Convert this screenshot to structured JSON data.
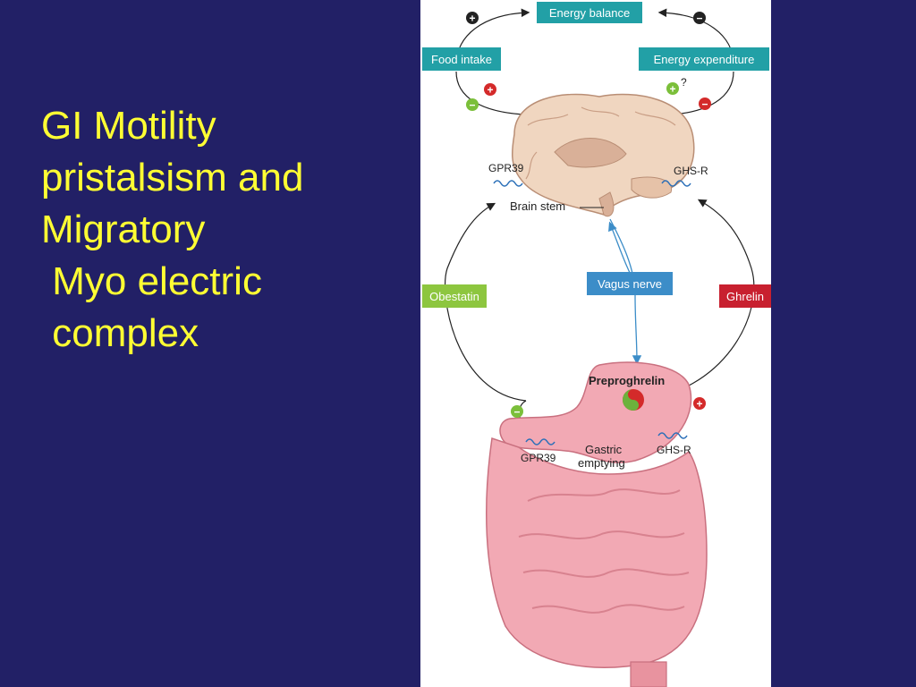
{
  "slide": {
    "title_lines": [
      "GI Motility",
      "pristalsism and",
      "Migratory",
      " Myo electric",
      " complex"
    ]
  },
  "figure": {
    "boxes": {
      "energy_balance": "Energy balance",
      "food_intake": "Food intake",
      "energy_expenditure": "Energy expenditure",
      "obestatin": "Obestatin",
      "vagus_nerve": "Vagus nerve",
      "ghrelin": "Ghrelin"
    },
    "labels": {
      "gpr39_brain": "GPR39",
      "ghsr_brain": "GHS-R",
      "brain_stem": "Brain stem",
      "preproghrelin": "Preproghrelin",
      "gpr39_gut": "GPR39",
      "ghsr_gut": "GHS-R",
      "gastric": "Gastric",
      "emptying": "emptying",
      "question": "?"
    },
    "signs": {
      "plus": "+",
      "minus": "−"
    },
    "colors": {
      "teal_box": "#22a0a6",
      "green_box": "#8dc63f",
      "blue_box": "#3c8dc8",
      "red_box": "#c8202f",
      "plus_red": "#d42a2a",
      "minus_green": "#7bbf3a",
      "black_sign": "#222222",
      "receptor_blue": "#2a6fb8",
      "tissue_pink": "#f2a9b4"
    }
  }
}
